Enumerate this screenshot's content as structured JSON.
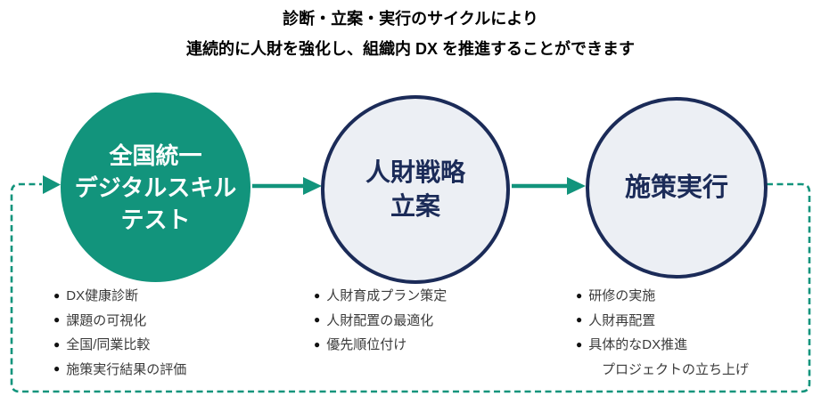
{
  "bullet_glyph": "●",
  "colors": {
    "teal": "#12947C",
    "navy": "#1B2B58",
    "circle_fill": "#ECEFF4",
    "list_text": "#3B3B3B",
    "title_text": "#000000",
    "background": "#FFFFFF"
  },
  "title": {
    "line1": "診断・立案・実行のサイクルにより",
    "line2": "連続的に人財を強化し、組織内 DX を推進することができます"
  },
  "steps": [
    {
      "name": "全国統一デジタルスキルテスト",
      "style": "filled-teal",
      "label_lines": [
        "全国統一",
        "デジタルスキル",
        "テスト"
      ],
      "bullets": [
        "DX健康診断",
        "課題の可視化",
        "全国/同業比較",
        "施策実行結果の評価"
      ]
    },
    {
      "name": "人財戦略立案",
      "style": "outlined-navy",
      "label_lines": [
        "人財戦略",
        "立案"
      ],
      "bullets": [
        "人財育成プラン策定",
        "人財配置の最適化",
        "優先順位付け"
      ]
    },
    {
      "name": "施策実行",
      "style": "outlined-navy",
      "label_lines": [
        "施策実行"
      ],
      "bullets": [
        "研修の実施",
        "人財再配置",
        "具体的なDX推進"
      ],
      "bullet_continuation": "プロジェクトの立ち上げ"
    }
  ]
}
